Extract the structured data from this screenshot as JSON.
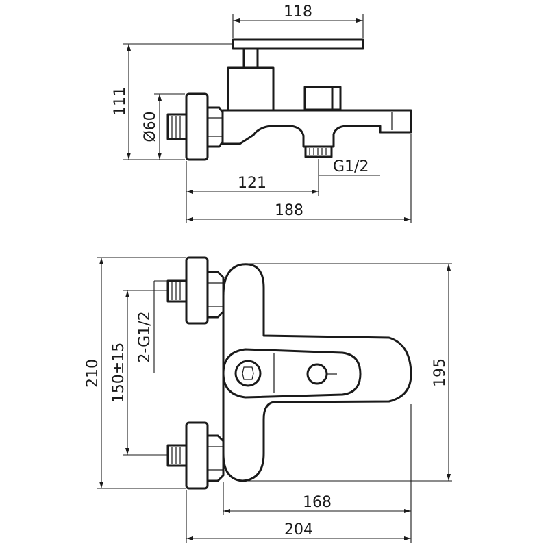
{
  "dimensions": {
    "lever_width": "118",
    "total_height": "111",
    "flange_diameter": "Ø60",
    "spout_outlet_distance": "121",
    "outlet_thread": "G1/2",
    "total_depth": "188",
    "total_length": "210",
    "inlet_spacing": "150±15",
    "inlet_thread": "2-G1/2",
    "body_length": "195",
    "body_width": "168",
    "total_width": "204"
  }
}
